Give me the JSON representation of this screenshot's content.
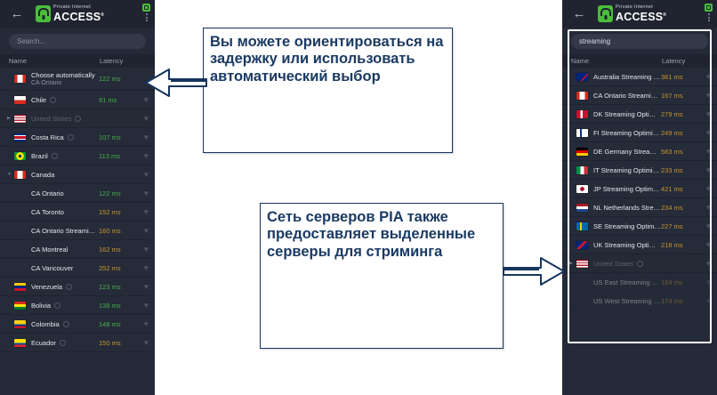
{
  "app": {
    "brand_top": "Private Internet",
    "brand_main": "ACCESS",
    "back_icon": "back-arrow-icon",
    "menu_icon": "kebab-menu-icon"
  },
  "left_panel": {
    "search": {
      "placeholder": "Search...",
      "value": ""
    },
    "columns": {
      "name": "Name",
      "latency": "Latency"
    },
    "rows": [
      {
        "name": "Choose automatically",
        "sub": "CA Ontario",
        "latency": "122 ms",
        "tone": "green",
        "flag": "ca",
        "type": "auto"
      },
      {
        "name": "Chile",
        "latency": "91 ms",
        "tone": "green",
        "flag": "cl",
        "geo": true
      },
      {
        "name": "United States",
        "latency": "",
        "tone": "",
        "flag": "us",
        "geo": true,
        "dim": true,
        "expand": "collapsed"
      },
      {
        "name": "Costa Rica",
        "latency": "107 ms",
        "tone": "green",
        "flag": "cr",
        "geo": true
      },
      {
        "name": "Brazil",
        "latency": "113 ms",
        "tone": "green",
        "flag": "br",
        "geo": true
      },
      {
        "name": "Canada",
        "latency": "",
        "tone": "",
        "flag": "ca",
        "expand": "expanded"
      },
      {
        "name": "CA Ontario",
        "latency": "122 ms",
        "tone": "green",
        "sublevel": true
      },
      {
        "name": "CA Toronto",
        "latency": "152 ms",
        "tone": "amber",
        "sublevel": true
      },
      {
        "name": "CA Ontario Streaming Opti...",
        "latency": "160 ms",
        "tone": "amber",
        "sublevel": true
      },
      {
        "name": "CA Montreal",
        "latency": "162 ms",
        "tone": "amber",
        "sublevel": true
      },
      {
        "name": "CA Vancouver",
        "latency": "252 ms",
        "tone": "amber",
        "sublevel": true
      },
      {
        "name": "Venezuela",
        "latency": "123 ms",
        "tone": "green",
        "flag": "ve",
        "geo": true
      },
      {
        "name": "Bolivia",
        "latency": "138 ms",
        "tone": "green",
        "flag": "bo",
        "geo": true
      },
      {
        "name": "Colombia",
        "latency": "148 ms",
        "tone": "green",
        "flag": "co",
        "geo": true
      },
      {
        "name": "Ecuador",
        "latency": "150 ms",
        "tone": "amber",
        "flag": "ec",
        "geo": true
      }
    ]
  },
  "right_panel": {
    "search": {
      "placeholder": "Search...",
      "value": "streaming"
    },
    "columns": {
      "name": "Name",
      "latency": "Latency"
    },
    "rows": [
      {
        "name": "Australia Streaming Opti...",
        "latency": "361 ms",
        "tone": "amber",
        "flag": "au"
      },
      {
        "name": "CA Ontario Streaming Op...",
        "latency": "167 ms",
        "tone": "amber",
        "flag": "ca"
      },
      {
        "name": "DK Streaming Optimized",
        "latency": "279 ms",
        "tone": "amber",
        "flag": "dk"
      },
      {
        "name": "FI Streaming Optimized",
        "latency": "249 ms",
        "tone": "amber",
        "flag": "fi"
      },
      {
        "name": "DE Germany Streaming ...",
        "latency": "583 ms",
        "tone": "amber",
        "flag": "de"
      },
      {
        "name": "IT Streaming Optimized",
        "latency": "233 ms",
        "tone": "amber",
        "flag": "it"
      },
      {
        "name": "JP Streaming Optimized",
        "latency": "421 ms",
        "tone": "amber",
        "flag": "jp"
      },
      {
        "name": "NL Netherlands Streamin...",
        "latency": "234 ms",
        "tone": "amber",
        "flag": "nl"
      },
      {
        "name": "SE Streaming Optimized",
        "latency": "227 ms",
        "tone": "amber",
        "flag": "se"
      },
      {
        "name": "UK Streaming Optimized",
        "latency": "218 ms",
        "tone": "amber",
        "flag": "uk"
      },
      {
        "name": "United States",
        "latency": "",
        "tone": "",
        "flag": "us",
        "geo": true,
        "dim": true,
        "expand": "collapsed"
      },
      {
        "name": "US East Streaming O...",
        "latency": "164 ms",
        "tone": "amber",
        "geo": true,
        "sublevel": true,
        "faded": true
      },
      {
        "name": "US West Streaming O...",
        "latency": "174 ms",
        "tone": "amber",
        "geo": true,
        "sublevel": true,
        "faded": true
      }
    ]
  },
  "callouts": [
    {
      "text": " Вы можете ориентироваться на задержку или использовать автоматический выбор",
      "arrow": "left"
    },
    {
      "text": " Сеть серверов PIA также предоставляет выделенные серверы для стриминга",
      "arrow": "right"
    }
  ],
  "colors": {
    "accent_green": "#4bbd3a",
    "latency_good": "#43b049",
    "latency_warn": "#c8952f",
    "panel_bg": "#252a38",
    "header_bg": "#1f2430",
    "callout_text": "#1b3a63"
  }
}
